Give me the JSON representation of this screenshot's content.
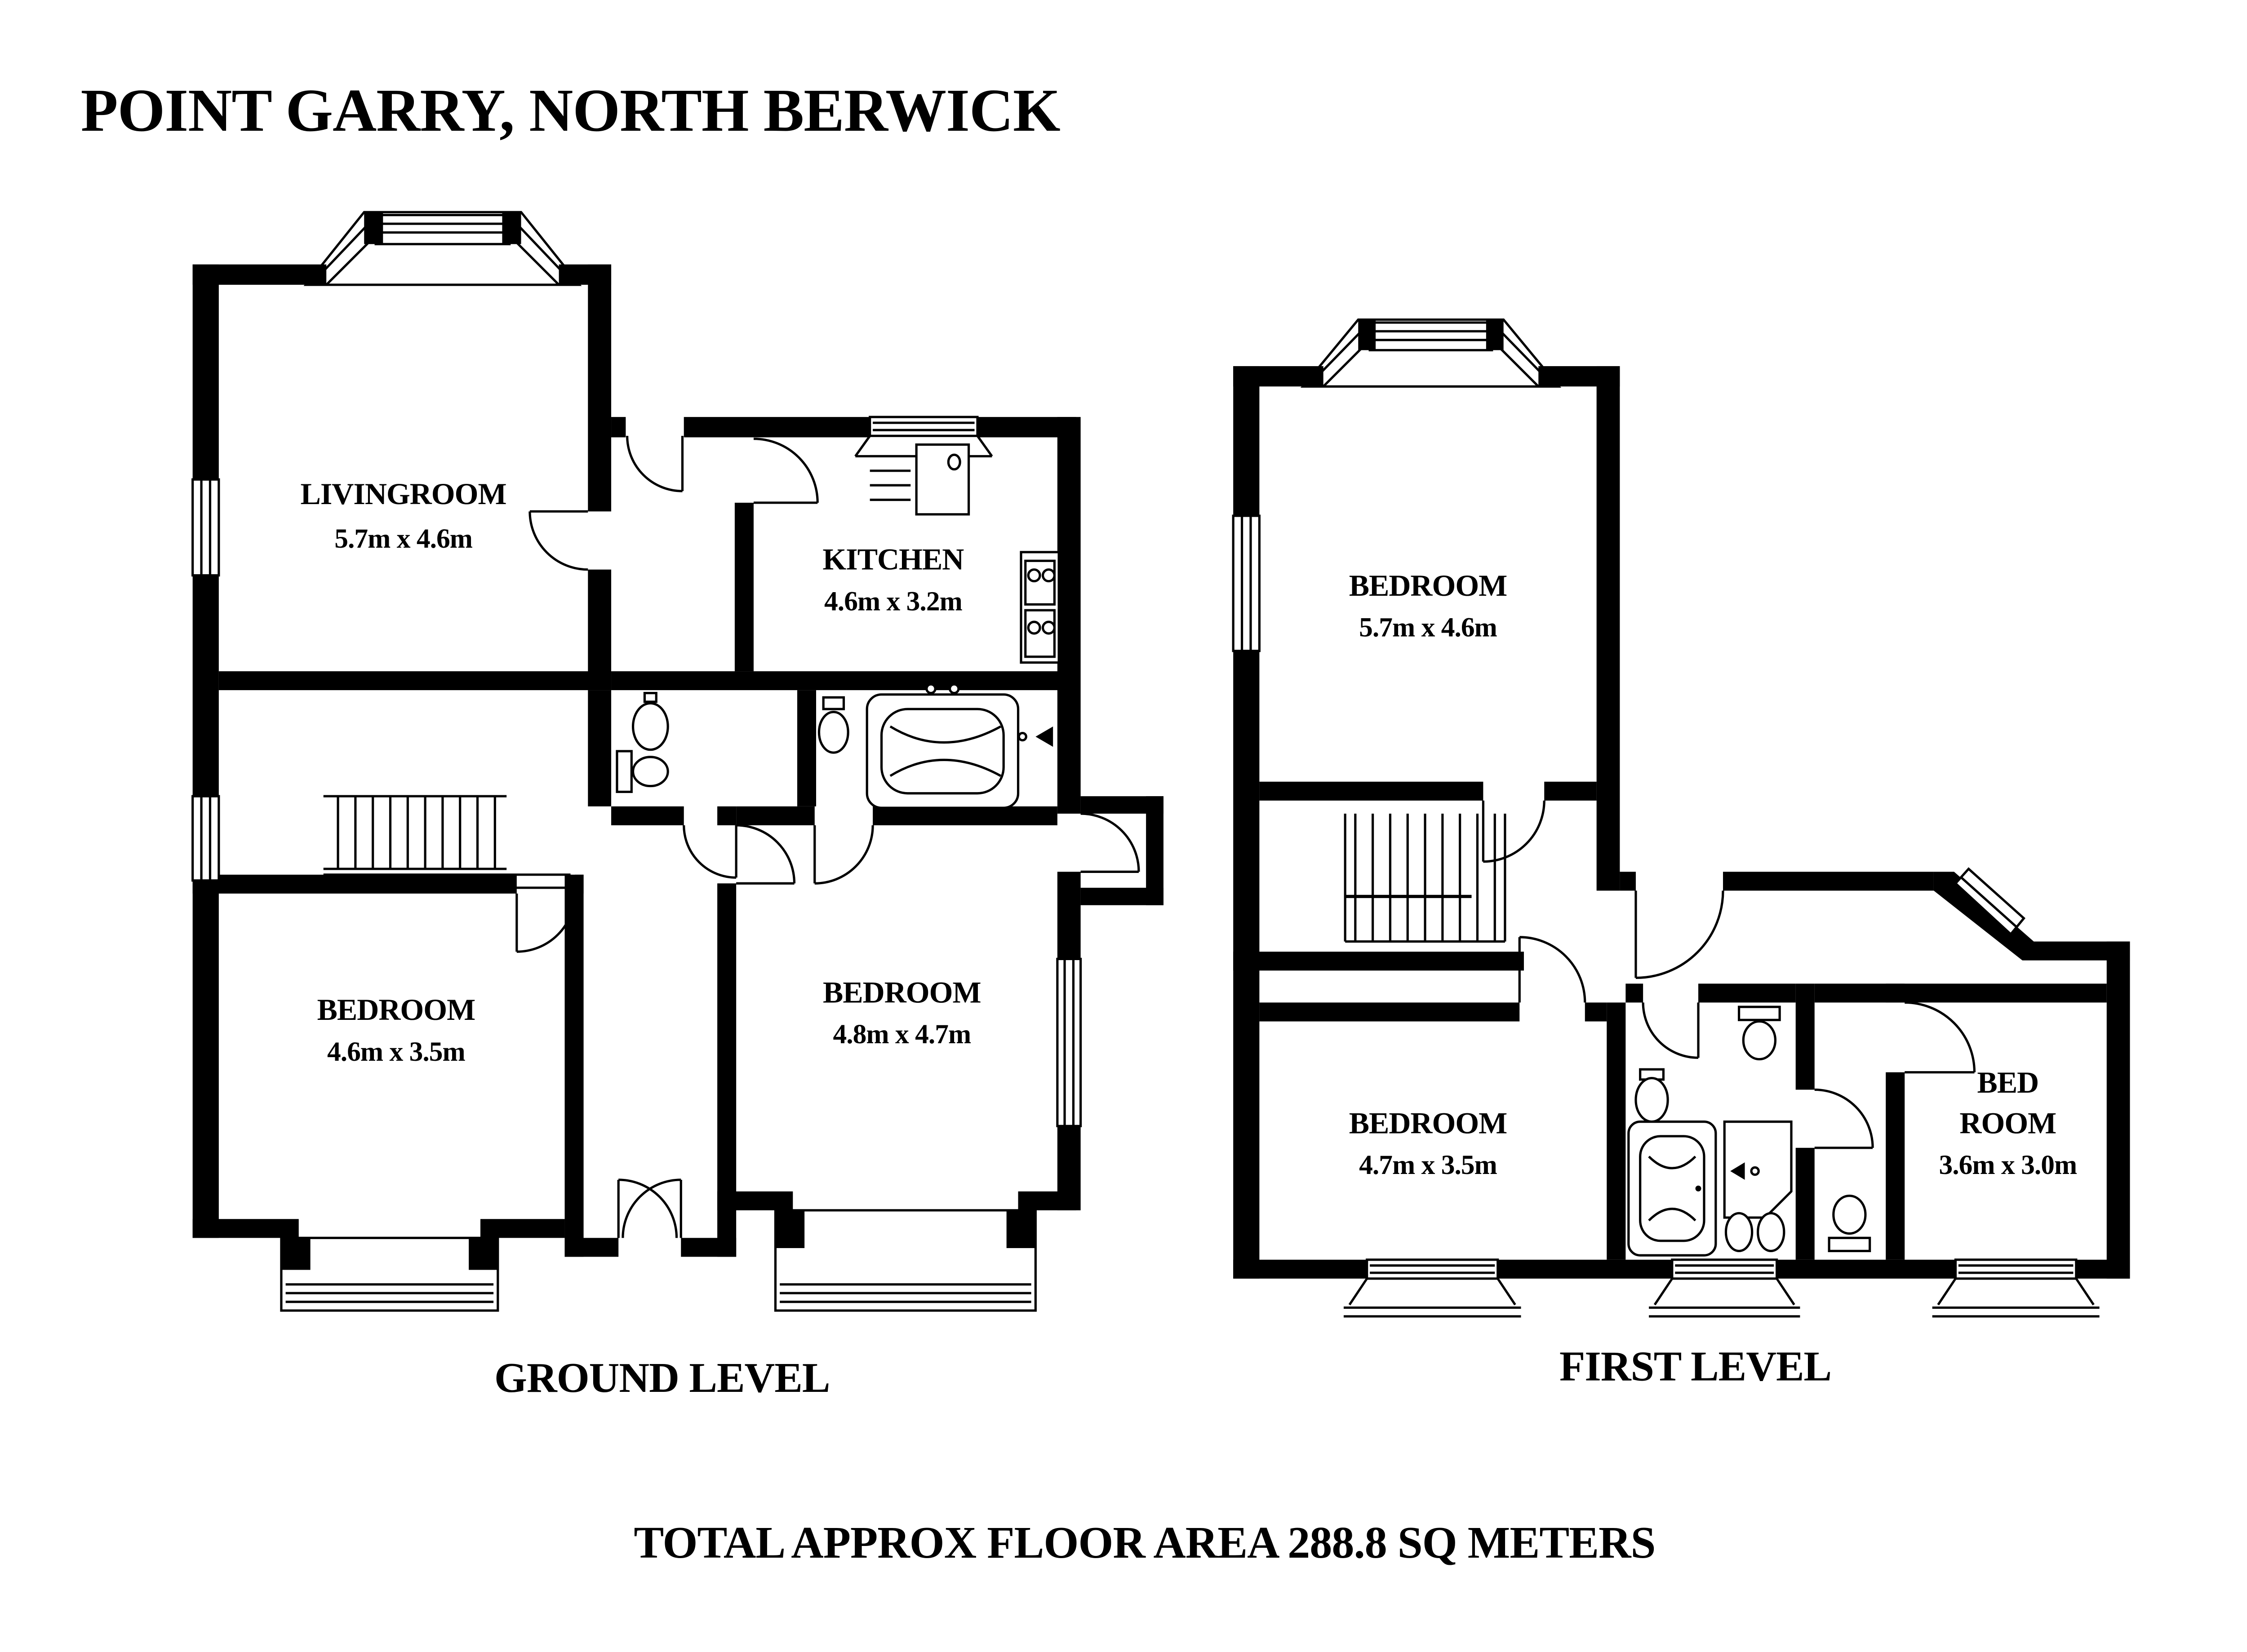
{
  "title": "POINT GARRY, NORTH BERWICK",
  "footer": {
    "total_area": "TOTAL APPROX FLOOR AREA 288.8 SQ METERS"
  },
  "ground": {
    "caption": "GROUND LEVEL",
    "rooms": {
      "livingroom": {
        "name": "LIVINGROOM",
        "dims": "5.7m x 4.6m"
      },
      "kitchen": {
        "name": "KITCHEN",
        "dims": "4.6m x 3.2m"
      },
      "bedroom_left": {
        "name": "BEDROOM",
        "dims": "4.6m x 3.5m"
      },
      "bedroom_right": {
        "name": "BEDROOM",
        "dims": "4.8m x 4.7m"
      }
    }
  },
  "first": {
    "caption": "FIRST LEVEL",
    "rooms": {
      "bedroom_top": {
        "name": "BEDROOM",
        "dims": "5.7m x 4.6m"
      },
      "bedroom_left": {
        "name": "BEDROOM",
        "dims": "4.7m x 3.5m"
      },
      "bedroom_right": {
        "name_line1": "BED",
        "name_line2": "ROOM",
        "dims": "3.6m x 3.0m"
      }
    }
  },
  "colors": {
    "ink": "#000000",
    "paper": "#ffffff"
  }
}
